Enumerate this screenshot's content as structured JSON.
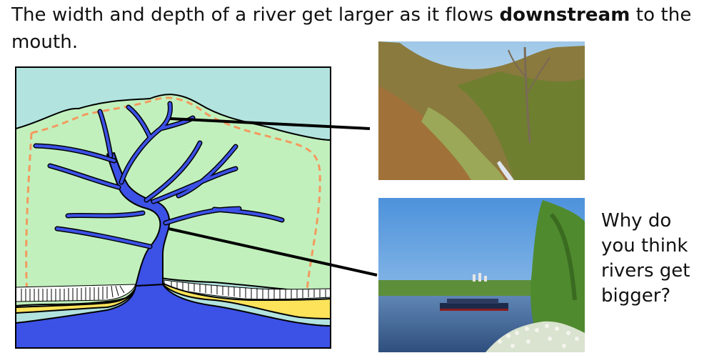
{
  "heading": {
    "text_before": "The width and depth of a river get larger as it flows ",
    "bold_word": "downstream",
    "text_after": " to the mouth."
  },
  "question": {
    "text": "Why do you think rivers get bigger?"
  },
  "colors": {
    "sky": "#b2e3df",
    "land": "#c1f0bd",
    "river": "#3c51e6",
    "sand": "#fde35a",
    "watershed": "#f39a5e",
    "outline": "#000000"
  }
}
